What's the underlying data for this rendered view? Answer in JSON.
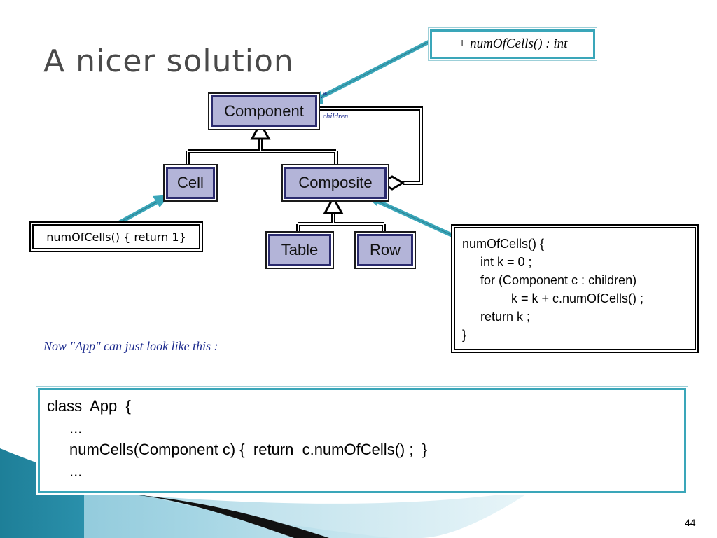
{
  "slide": {
    "title": "A nicer solution",
    "page_number": "44",
    "caption": "Now \"App\" can just look like this :"
  },
  "diagram": {
    "classes": {
      "component": "Component",
      "cell": "Cell",
      "composite": "Composite",
      "table": "Table",
      "row": "Row"
    },
    "multiplicity": "0..*",
    "role": "children",
    "top_note": "+ numOfCells() : int",
    "cell_note": "numOfCells() { return 1}",
    "composite_note": [
      "numOfCells() {",
      "int k = 0 ;",
      "for (Component c : children)",
      "k = k + c.numOfCells() ;",
      "return k ;",
      "}"
    ]
  },
  "code": [
    "class  App  {",
    "...",
    "numCells(Component c) {  return  c.numOfCells() ;  }",
    "..."
  ],
  "colors": {
    "class_fill": "#b3b4d8",
    "class_border": "#2b2b6e",
    "accent_teal": "#3aa6b9",
    "caption_blue": "#1f2d8f"
  }
}
